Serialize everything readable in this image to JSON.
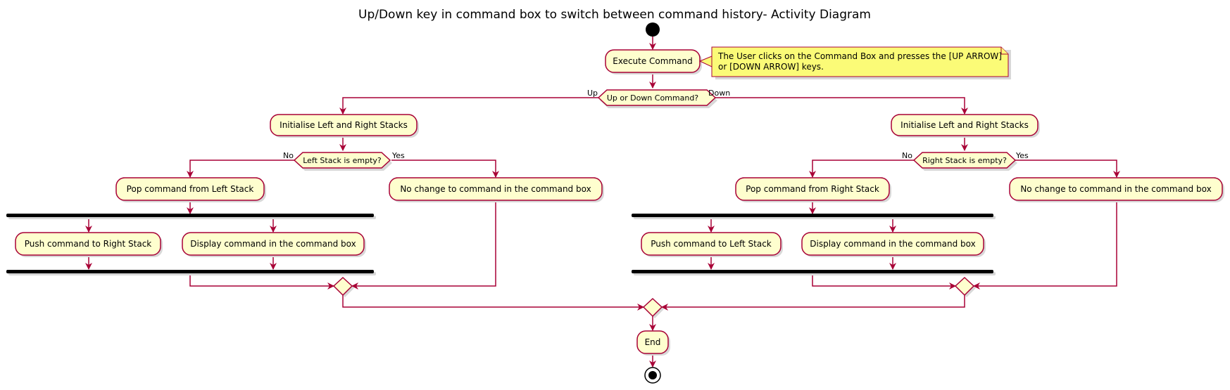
{
  "title": "Up/Down key in command box to switch between command history- Activity Diagram",
  "nodes": {
    "execute": "Execute Command",
    "note_line1": "The User clicks on the Command Box and presses the [UP ARROW]",
    "note_line2": "or [DOWN ARROW] keys.",
    "decision_main": "Up or Down Command?",
    "label_up": "Up",
    "label_down": "Down",
    "init_left": "Initialise Left and Right Stacks",
    "init_right": "Initialise Left and Right Stacks",
    "decision_left": "Left Stack is empty?",
    "decision_right": "Right Stack is empty?",
    "label_no_left": "No",
    "label_yes_left": "Yes",
    "label_no_right": "No",
    "label_yes_right": "Yes",
    "pop_left": "Pop command from Left Stack",
    "pop_right": "Pop command from Right Stack",
    "nochange_left": "No change to command in the command box",
    "nochange_right": "No change to command in the command box",
    "push_right": "Push command to Right Stack",
    "push_left": "Push command to Left Stack",
    "display_left": "Display command in the command box",
    "display_right": "Display command in the command box",
    "end": "End"
  }
}
